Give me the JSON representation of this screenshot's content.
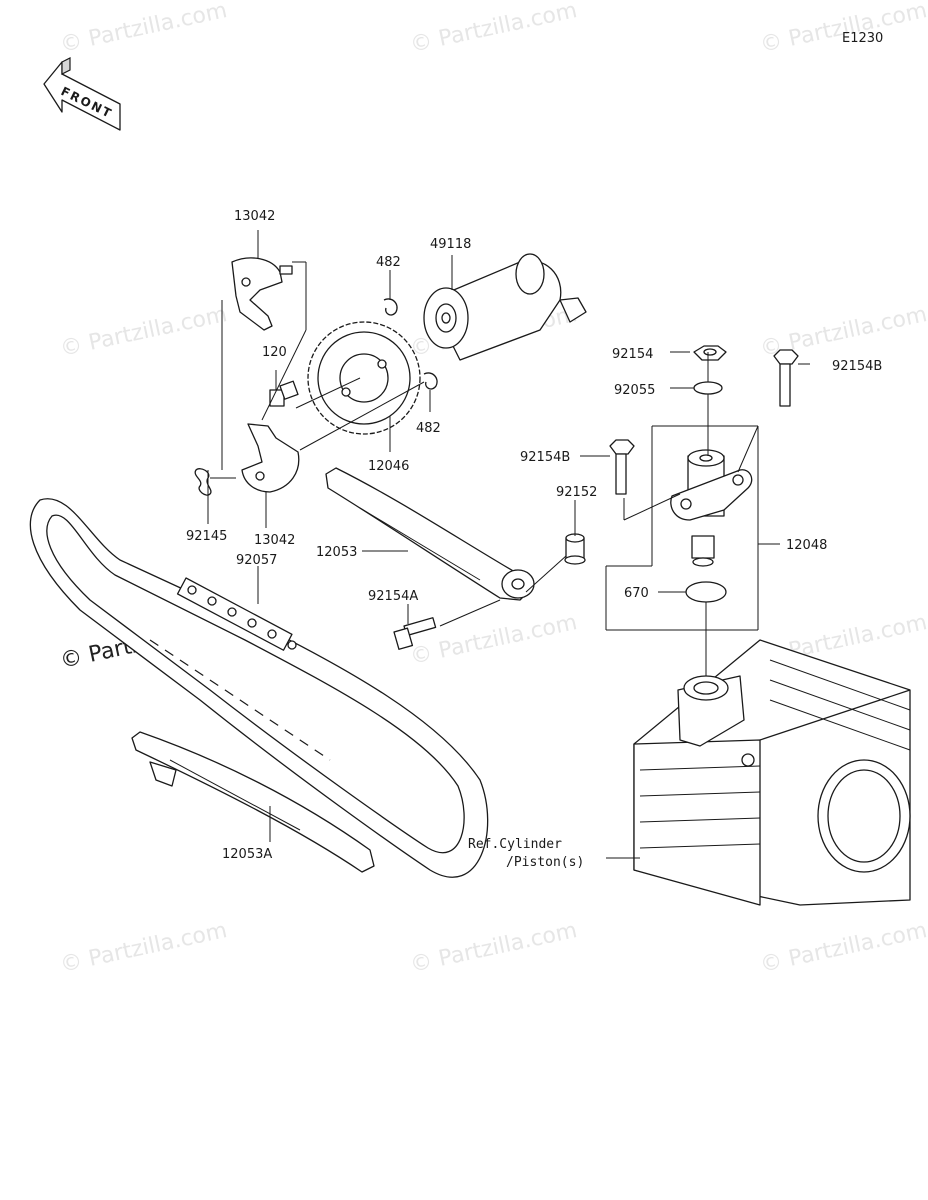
{
  "diagram_code": "E1230",
  "front_arrow_text": "FRONT",
  "watermark_text": "© Partzilla.com",
  "part_labels": {
    "p13042_top": "13042",
    "p49118": "49118",
    "p482_top": "482",
    "p120": "120",
    "p482_bottom": "482",
    "p12046": "12046",
    "p92145": "92145",
    "p13042_bottom": "13042",
    "p92057": "92057",
    "p12053": "12053",
    "p92154": "92154",
    "p92154b_right": "92154B",
    "p92055": "92055",
    "p92154b_left": "92154B",
    "p92152": "92152",
    "p12048": "12048",
    "p670": "670",
    "p92154a": "92154A",
    "p12053a": "12053A",
    "ref_line1": "Ref.Cylinder",
    "ref_line2": "/Piston(s)"
  },
  "colors": {
    "line": "#1a1a1a",
    "watermark": "#e6e6e6",
    "background": "#ffffff"
  }
}
